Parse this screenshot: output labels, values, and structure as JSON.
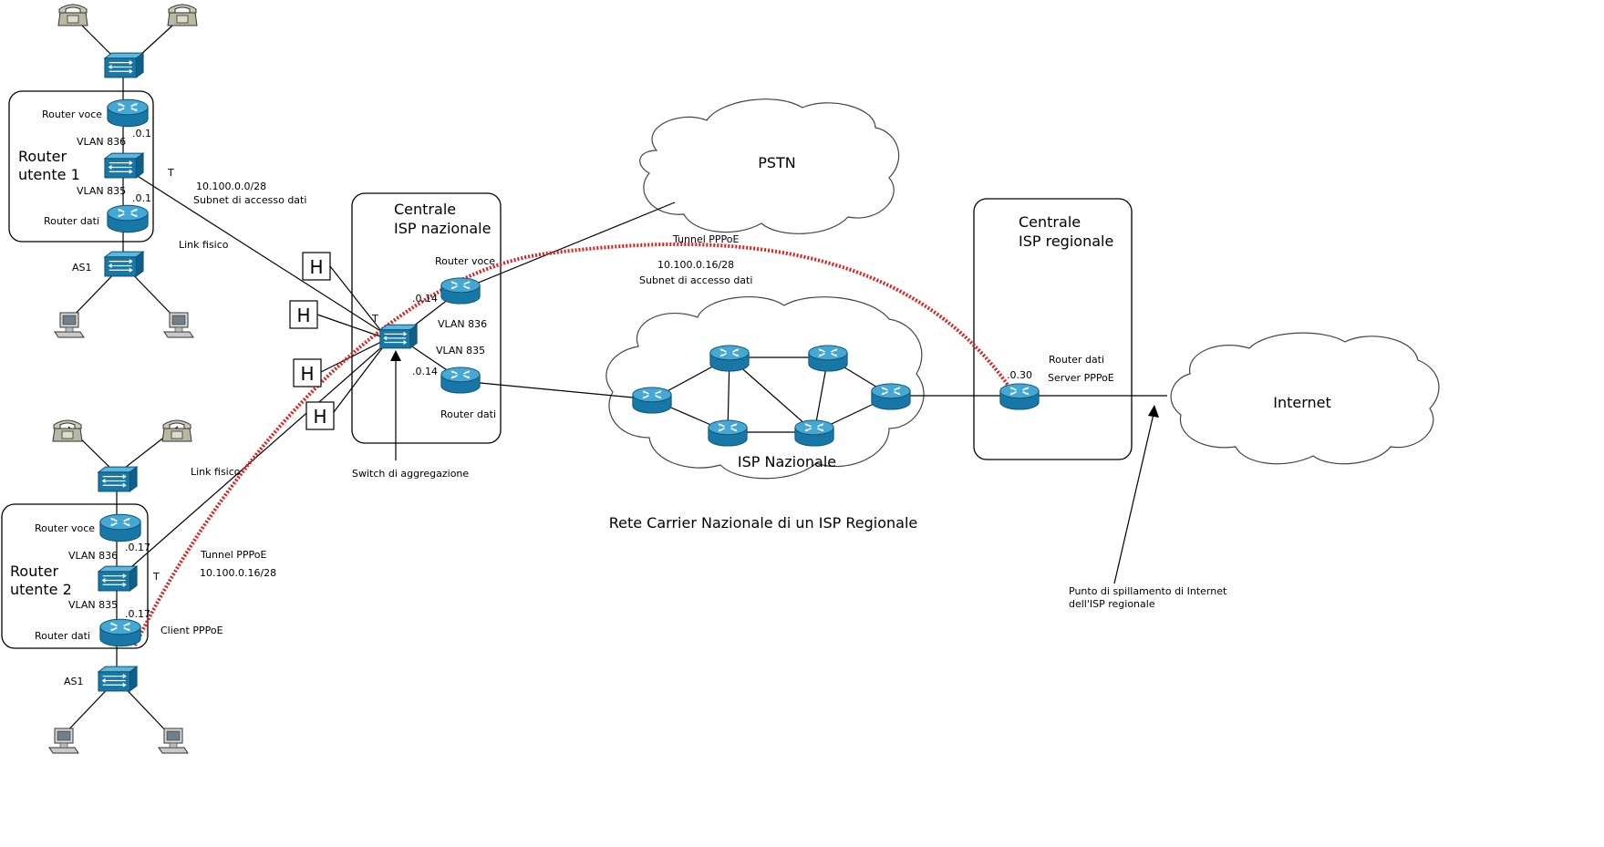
{
  "user1": {
    "title_line1": "Router",
    "title_line2": "utente 1",
    "router_voce": "Router voce",
    "router_dati": "Router dati",
    "vlan836": "VLAN 836",
    "vlan835": "VLAN 835",
    "ip_voce": ".0.1",
    "ip_dati": ".0.1",
    "as": "AS1",
    "trunk": "T",
    "subnet": "10.100.0.0/28",
    "subnet_desc": "Subnet di accesso dati",
    "link": "Link fisico"
  },
  "user2": {
    "title_line1": "Router",
    "title_line2": "utente 2",
    "router_voce": "Router voce",
    "router_dati": "Router dati",
    "vlan836": "VLAN 836",
    "vlan835": "VLAN 835",
    "ip_voce": ".0.17",
    "ip_dati": ".0.17",
    "as": "AS1",
    "trunk": "T",
    "link": "Link fisico",
    "tunnel": "Tunnel PPPoE",
    "subnet": "10.100.0.16/28",
    "client": "Client PPPoE"
  },
  "centrale_nazionale": {
    "title_line1": "Centrale",
    "title_line2": "ISP nazionale",
    "router_voce": "Router voce",
    "router_dati": "Router dati",
    "vlan836": "VLAN 836",
    "vlan835": "VLAN 835",
    "ip_voce": ".0.14",
    "ip_dati": ".0.14",
    "trunk": "T",
    "switch_label": "Switch di aggregazione",
    "h_markers": [
      "H",
      "H",
      "H",
      "H"
    ]
  },
  "tunnel": {
    "label": "Tunnel PPPoE",
    "subnet": "10.100.0.16/28",
    "subnet_desc": "Subnet di accesso dati"
  },
  "clouds": {
    "pstn": "PSTN",
    "isp_nazionale": "ISP Nazionale",
    "internet": "Internet"
  },
  "network_caption": "Rete Carrier Nazionale di un ISP Regionale",
  "centrale_regionale": {
    "title_line1": "Centrale",
    "title_line2": "ISP regionale",
    "router_label": "Router dati",
    "server_label": "Server PPPoE",
    "ip": ".0.30"
  },
  "spillamento": {
    "line1": "Punto di spillamento di Internet",
    "line2": "dell'ISP regionale"
  },
  "colors": {
    "device_fill": "#1b7fb0",
    "device_top": "#3fa3cf",
    "tunnel": "#d91f1f"
  }
}
